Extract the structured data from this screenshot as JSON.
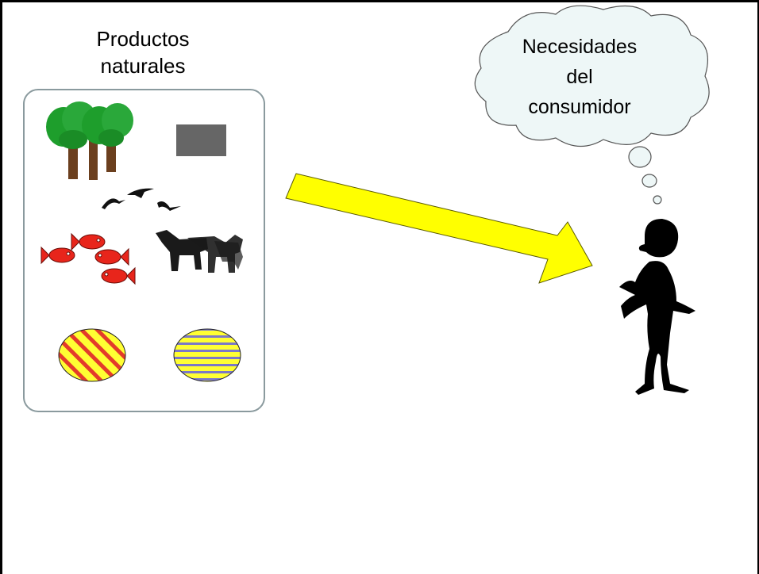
{
  "products": {
    "title_line1": "Productos",
    "title_line2": "naturales"
  },
  "thought": {
    "line1": "Necesidades",
    "line2": "del",
    "line3": "consumidor"
  },
  "colors": {
    "arrow_fill": "#ffff00",
    "box_border": "#8a9a9e",
    "cloud_fill": "#eef7f7",
    "fish": "#e8251b",
    "tree_green": "#1e9e2c",
    "trunk_brown": "#6b3f1e",
    "gray_rect": "#666666",
    "ball_yellow": "#ffff33",
    "ball_red_stripes": "#e33b2b",
    "ball_blue_stripes": "#7b78c8"
  },
  "icons": [
    "trees-icon",
    "gray-rectangle-icon",
    "birds-icon",
    "fish-icon",
    "cattle-icon",
    "diagonal-striped-ball-icon",
    "horizontal-striped-ball-icon",
    "arrow-icon",
    "thought-cloud-icon",
    "consumer-figure-icon"
  ]
}
